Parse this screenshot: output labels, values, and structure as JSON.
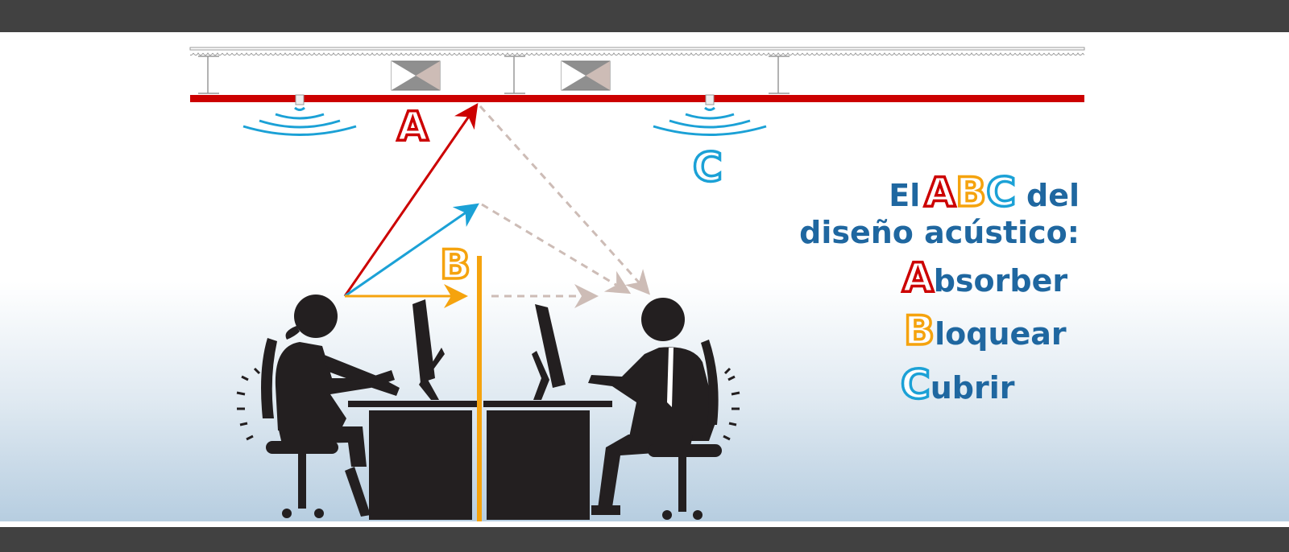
{
  "diagram_labels": {
    "absorb": "A",
    "block": "B",
    "cover": "C"
  },
  "title": {
    "prefix": "El",
    "letters": [
      "A",
      "B",
      "C"
    ],
    "suffix": "del",
    "line2": "diseño acústico:"
  },
  "items": [
    {
      "letter": "A",
      "rest": "bsorber",
      "color": "#cc0000"
    },
    {
      "letter": "B",
      "rest": "loquear",
      "color": "#f5a30e"
    },
    {
      "letter": "C",
      "rest": "ubrir",
      "color": "#1ba1d6"
    }
  ],
  "colors": {
    "red": "#cc0000",
    "orange": "#f5a30e",
    "blue": "#1ba1d6",
    "text": "#1f67a0",
    "reflect": "#cdbcb6"
  }
}
